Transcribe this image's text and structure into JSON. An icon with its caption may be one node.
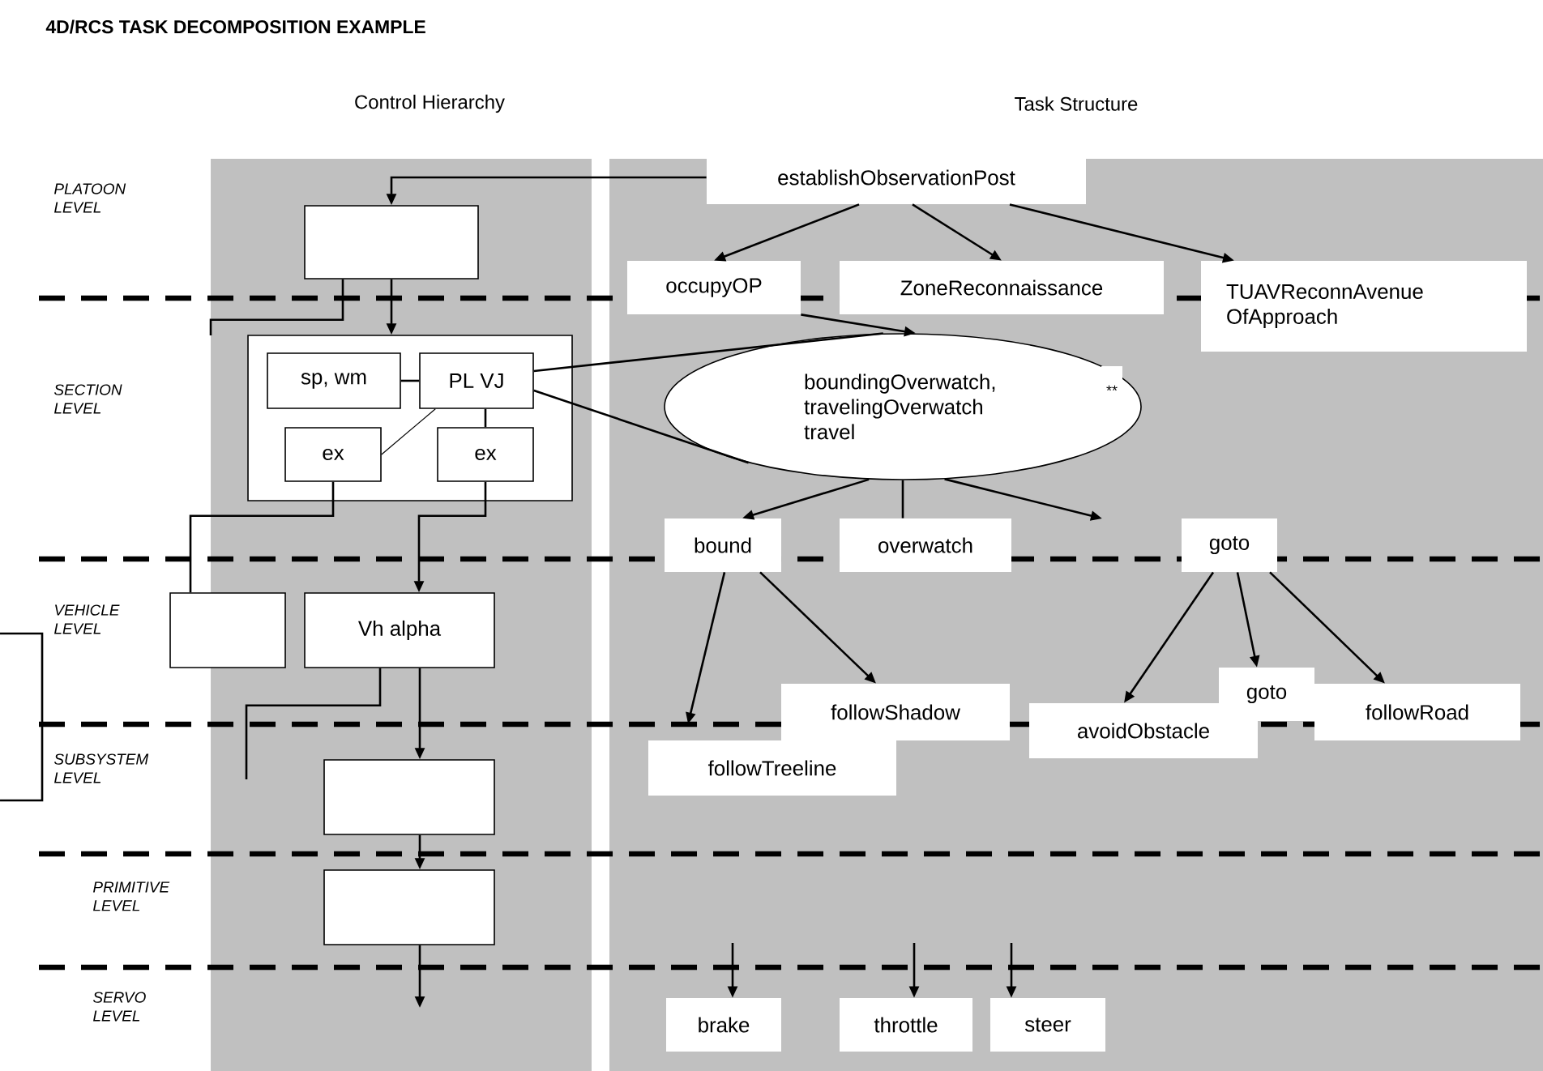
{
  "diagram": {
    "title": "4D/RCS TASK DECOMPOSITION EXAMPLE",
    "nodes": [
      {
        "text": [],
        "shape": "box"
      },
      {
        "text": [],
        "shape": "box"
      },
      {
        "text": [
          "sp, wm"
        ],
        "in": 1
      },
      {
        "text": [
          "PL VJ"
        ],
        "in": 1
      },
      {
        "text": [
          "ex"
        ],
        "in": 1
      },
      {
        "text": [
          "ex"
        ],
        "in": 1
      },
      {
        "text": [],
        "shape": "box"
      },
      {
        "text": [
          "Vh alpha"
        ]
      },
      {
        "text": [],
        "shape": "box"
      },
      {
        "text": [],
        "shape": "box"
      },
      {
        "text": [
          "establishObservationPost"
        ]
      },
      {
        "text": [
          "occupyOP"
        ]
      },
      {
        "text": [
          "ZoneReconnaissance"
        ]
      },
      {
        "text": [
          "TUAVReconnAvenue OfApproach"
        ]
      },
      {
        "text": [
          "boundingOverwatch, travelingOverwatch travel",
          "**"
        ]
      },
      {
        "text": [
          "bound"
        ]
      },
      {
        "text": [
          "overwatch"
        ]
      },
      {
        "text": [
          "goto"
        ]
      },
      {
        "text": [
          "followShadow"
        ]
      },
      {
        "text": [
          "followTreeline"
        ]
      },
      {
        "text": [
          "avoidObstacle"
        ]
      },
      {
        "text": [
          "goto"
        ]
      },
      {
        "text": [
          "followRoad"
        ]
      },
      {
        "text": [
          "brake"
        ]
      },
      {
        "text": [
          "throttle"
        ]
      },
      {
        "text": [
          "steer"
        ]
      }
    ],
    "edges": [
      {
        "from": 10,
        "to": 0,
        "arrow": "to"
      },
      {
        "from": 10,
        "to": 11,
        "arrow": "to"
      },
      {
        "from": 10,
        "to": 12,
        "arrow": "to"
      },
      {
        "from": 10,
        "to": 13,
        "arrow": "to"
      },
      {
        "from": 0,
        "to": 1,
        "arrow": "to"
      },
      {
        "from": 0,
        "to": null,
        "arrow": "none"
      },
      {
        "from": 2,
        "to": 3,
        "arrow": "none"
      },
      {
        "from": 3,
        "to": 4,
        "arrow": "none"
      },
      {
        "from": 3,
        "to": 5,
        "arrow": "none"
      },
      {
        "from": 3,
        "to": 14,
        "arrow": "none"
      },
      {
        "from": 3,
        "to": 14,
        "arrow": "none"
      },
      {
        "from": 14,
        "to": null,
        "arrow": "to"
      },
      {
        "from": 11,
        "to": 14,
        "arrow": "to"
      },
      {
        "from": 14,
        "to": 15,
        "arrow": "to"
      },
      {
        "from": 14,
        "to": 16,
        "arrow": "none"
      },
      {
        "from": 15,
        "to": 19,
        "arrow": "to"
      },
      {
        "from": 15,
        "to": 18,
        "arrow": "to"
      },
      {
        "from": 17,
        "to": 20,
        "arrow": "to"
      },
      {
        "from": 17,
        "to": 21,
        "arrow": "to"
      },
      {
        "from": 17,
        "to": 22,
        "arrow": "to"
      },
      {
        "from": 4,
        "to": 6,
        "arrow": "none"
      },
      {
        "from": 5,
        "to": 7,
        "arrow": "to"
      },
      {
        "from": 7,
        "to": null,
        "arrow": "none"
      },
      {
        "from": 7,
        "to": 8,
        "arrow": "to"
      },
      {
        "from": 8,
        "to": 9,
        "arrow": "to"
      },
      {
        "from": 9,
        "to": null,
        "arrow": "to"
      },
      {
        "from": null,
        "to": 23,
        "arrow": "to"
      },
      {
        "from": null,
        "to": 24,
        "arrow": "to"
      },
      {
        "from": null,
        "to": 25,
        "arrow": "to"
      }
    ],
    "labels": [
      "Control Hierarchy",
      "Task Structure",
      "PLATOON LEVEL",
      "SECTION LEVEL",
      "VEHICLE LEVEL",
      "SUBSYSTEM LEVEL",
      "PRIMITIVE LEVEL",
      "SERVO LEVEL"
    ]
  }
}
